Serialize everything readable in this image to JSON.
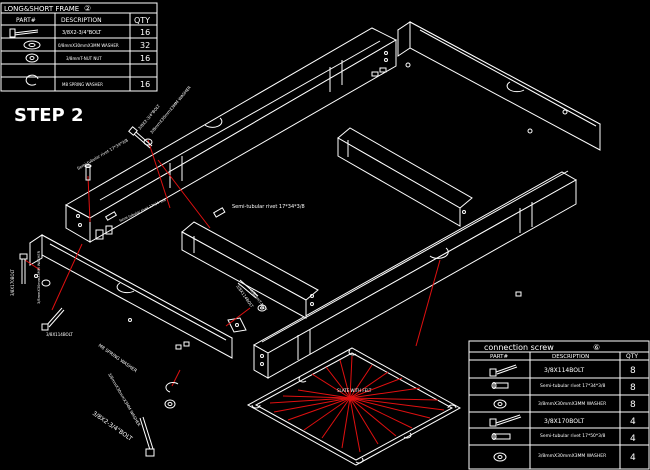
{
  "step_label": "STEP 2",
  "frame_table": {
    "title": "LONG&SHORT FRAME",
    "badge": "②",
    "headers": [
      "PART#",
      "DESCRIPTION",
      "QTY"
    ],
    "rows": [
      {
        "icon": "bolt-icon",
        "description": "3/8X2-3/4\"BOLT",
        "qty": "16"
      },
      {
        "icon": "washer-icon",
        "description": "0/8mmX30mmX3MM WASHER",
        "qty": "32"
      },
      {
        "icon": "nut-icon",
        "description": "3/8mmT-NUT NUT",
        "qty": "16"
      },
      {
        "icon": "spring-washer-icon",
        "description": "M8 SPRING WASHER",
        "qty": "16"
      }
    ]
  },
  "connection_table": {
    "title": "connection screw",
    "badge": "⑥",
    "headers": [
      "PART#",
      "DESCRIPTION",
      "QTY"
    ],
    "rows": [
      {
        "icon": "bolt-icon",
        "description": "3/8X114BOLT",
        "qty": "8"
      },
      {
        "icon": "rivet-icon",
        "description": "Semi-tubular rivet 17*34*3/8",
        "qty": "8"
      },
      {
        "icon": "washer-icon",
        "description": "3/8mmX30mmX3MM WASHER",
        "qty": "8"
      },
      {
        "icon": "bolt-icon",
        "description": "3/8X170BOLT",
        "qty": "4"
      },
      {
        "icon": "rivet-icon",
        "description": "Semi-tubular rivet 17*50*3/8",
        "qty": "4"
      },
      {
        "icon": "washer-icon",
        "description": "3/8mmX30mmX3MM WASHER",
        "qty": "4"
      }
    ]
  },
  "callouts": {
    "bolt_top": "3/8X2-3/4\"BOLT",
    "washer_top": "3/8mmX30mmX3MM WASHER",
    "rivet_left": "Semi-tubular rivet 17*34*3/8",
    "rivet_center": "Semi-tubular rivet 17*34*3/8",
    "rivet_mid": "Semi-tubular rivet 17*34*3/8",
    "bolt_left_edge": "3/8X170BOLT",
    "washer_left": "3/8mmX30mmX3MM WASHER",
    "bolt_left": "3/8X114BOLT",
    "bolt_center": "3/8X114BOLT",
    "tnut": "3/8mmT-NUT",
    "spring_washer": "M8 SPRING WASHER",
    "washer_bottom": "3/8mmX30mmX3MM WASHER",
    "bolt_bottom": "3/8X2-3/4\"BOLT",
    "board_label": "SLATE WITH FELT"
  }
}
